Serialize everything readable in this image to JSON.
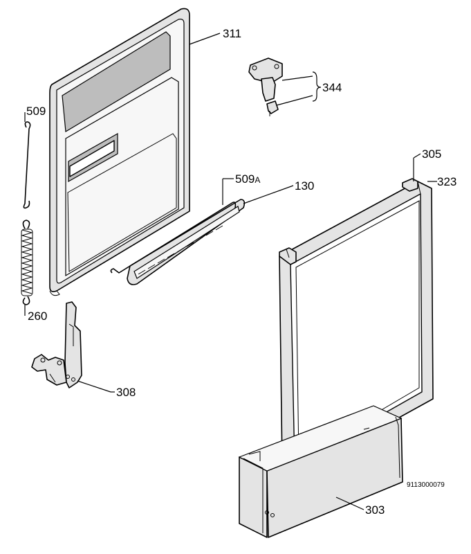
{
  "labels": {
    "door": "311",
    "spring_top": "509",
    "spring_bottom": "260",
    "hinge": "308",
    "catch": "344",
    "seal_hook": "509",
    "seal_hook_suffix": "A",
    "seal": "130",
    "frame_corner": "305",
    "frame": "323",
    "plinth": "303"
  },
  "reference_number": "9113000079"
}
